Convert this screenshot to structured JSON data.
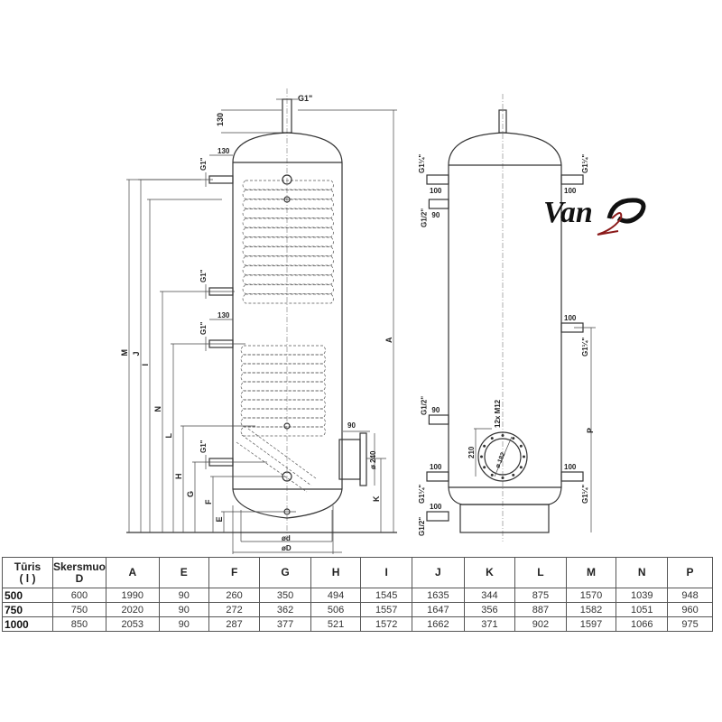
{
  "drawing": {
    "labels": {
      "g1": "G1\"",
      "g1_quarter": "G1¼\"",
      "g1_half": "G1/2\"",
      "d130": "130",
      "d100": "100",
      "d90": "90",
      "d210": "210",
      "bolts": "12x M12",
      "dia182": "ø 182",
      "dia240": "ø 240",
      "dia_d": "ød",
      "dia_D": "øD",
      "A": "A",
      "M": "M",
      "J": "J",
      "I": "I",
      "N": "N",
      "L": "L",
      "H": "H",
      "G": "G",
      "F": "F",
      "E": "E",
      "K": "K",
      "P": "P"
    },
    "logo_text": "Vano",
    "logo_color": "#8b1a1a"
  },
  "table": {
    "headers": [
      "Tūris\n( l )",
      "Skersmuo\nD",
      "A",
      "E",
      "F",
      "G",
      "H",
      "I",
      "J",
      "K",
      "L",
      "M",
      "N",
      "P"
    ],
    "rows": [
      [
        "500",
        "600",
        "1990",
        "90",
        "260",
        "350",
        "494",
        "1545",
        "1635",
        "344",
        "875",
        "1570",
        "1039",
        "948"
      ],
      [
        "750",
        "750",
        "2020",
        "90",
        "272",
        "362",
        "506",
        "1557",
        "1647",
        "356",
        "887",
        "1582",
        "1051",
        "960"
      ],
      [
        "1000",
        "850",
        "2053",
        "90",
        "287",
        "377",
        "521",
        "1572",
        "1662",
        "371",
        "902",
        "1597",
        "1066",
        "975"
      ]
    ]
  }
}
